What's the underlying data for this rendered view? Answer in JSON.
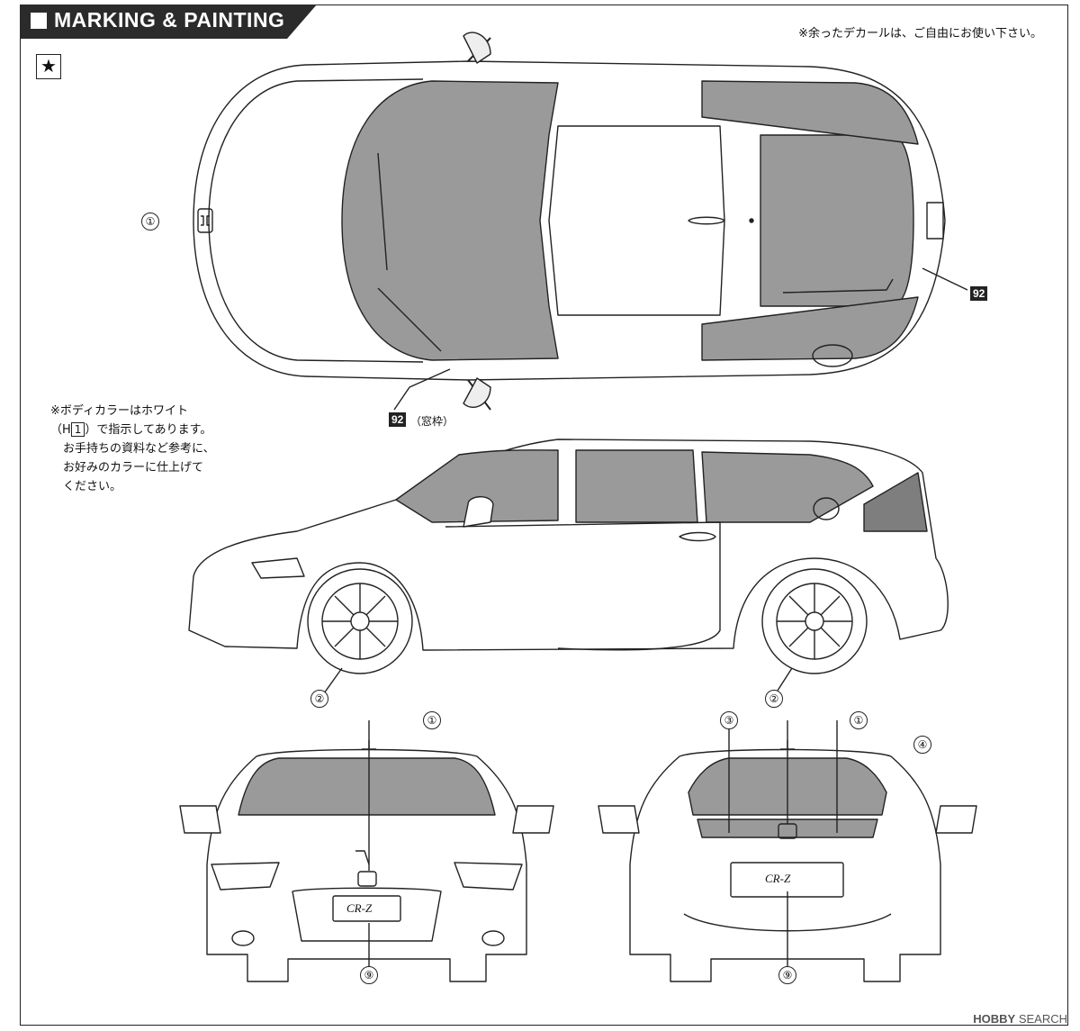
{
  "header": {
    "title": "MARKING & PAINTING"
  },
  "star_symbol": "★",
  "notes": {
    "decal_note": "※余ったデカールは、ご自由にお使い下さい。",
    "paint_note_1_pre": "※ボディカラーはホワイト",
    "paint_note_2_open": "（H",
    "paint_note_2_box": "1",
    "paint_note_2_post": "）で指示してあります。",
    "paint_note_3": "お手持ちの資料など参考に、",
    "paint_note_4": "お好みのカラーに仕上げて",
    "paint_note_5": "ください。"
  },
  "color_tags": {
    "roof_tag": "92",
    "window_tag": "92",
    "window_tag_note": "（窓枠）"
  },
  "callouts": {
    "top_hood": "①",
    "side_front_wheel": "②",
    "side_rear_wheel": "②",
    "front_emblem": "①",
    "front_plate": "⑨",
    "rear_left_badge": "③",
    "rear_emblem": "①",
    "rear_right_badge": "④",
    "rear_plate": "⑨"
  },
  "plates": {
    "front": "CR-Z",
    "rear": "CR-Z"
  },
  "watermark": {
    "brand": "HOBBY",
    "suffix": " SEARCH"
  },
  "colors": {
    "ink": "#222222",
    "glass": "#9a9a9a",
    "header_bg": "#2b2b2b"
  }
}
